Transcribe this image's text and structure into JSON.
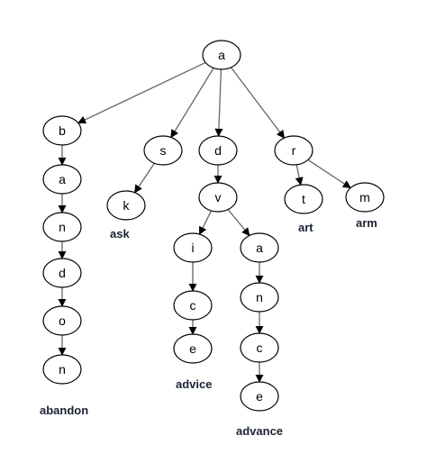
{
  "diagram": {
    "type": "trie",
    "colors": {
      "node_stroke": "#000000",
      "edge": "#666666",
      "label": "#1a2332"
    },
    "nodes": [
      {
        "id": "root",
        "char": "a"
      },
      {
        "id": "b",
        "char": "b"
      },
      {
        "id": "ba",
        "char": "a"
      },
      {
        "id": "ban",
        "char": "n"
      },
      {
        "id": "band",
        "char": "d"
      },
      {
        "id": "bando",
        "char": "o"
      },
      {
        "id": "bandon",
        "char": "n"
      },
      {
        "id": "s",
        "char": "s"
      },
      {
        "id": "sk",
        "char": "k"
      },
      {
        "id": "d",
        "char": "d"
      },
      {
        "id": "dv",
        "char": "v"
      },
      {
        "id": "dvi",
        "char": "i"
      },
      {
        "id": "dvic",
        "char": "c"
      },
      {
        "id": "dvice",
        "char": "e"
      },
      {
        "id": "dva",
        "char": "a"
      },
      {
        "id": "dvan",
        "char": "n"
      },
      {
        "id": "dvanc",
        "char": "c"
      },
      {
        "id": "dvance",
        "char": "e"
      },
      {
        "id": "r",
        "char": "r"
      },
      {
        "id": "rt",
        "char": "t"
      },
      {
        "id": "rm",
        "char": "m"
      }
    ],
    "edges": [
      [
        "root",
        "b"
      ],
      [
        "b",
        "ba"
      ],
      [
        "ba",
        "ban"
      ],
      [
        "ban",
        "band"
      ],
      [
        "band",
        "bando"
      ],
      [
        "bando",
        "bandon"
      ],
      [
        "root",
        "s"
      ],
      [
        "s",
        "sk"
      ],
      [
        "root",
        "d"
      ],
      [
        "d",
        "dv"
      ],
      [
        "dv",
        "dvi"
      ],
      [
        "dvi",
        "dvic"
      ],
      [
        "dvic",
        "dvice"
      ],
      [
        "dv",
        "dva"
      ],
      [
        "dva",
        "dvan"
      ],
      [
        "dvan",
        "dvanc"
      ],
      [
        "dvanc",
        "dvance"
      ],
      [
        "root",
        "r"
      ],
      [
        "r",
        "rt"
      ],
      [
        "r",
        "rm"
      ]
    ],
    "words": [
      {
        "id": "abandon",
        "text": "abandon",
        "end_node": "bandon"
      },
      {
        "id": "ask",
        "text": "ask",
        "end_node": "sk"
      },
      {
        "id": "advice",
        "text": "advice",
        "end_node": "dvice"
      },
      {
        "id": "advance",
        "text": "advance",
        "end_node": "dvance"
      },
      {
        "id": "art",
        "text": "art",
        "end_node": "rt"
      },
      {
        "id": "arm",
        "text": "arm",
        "end_node": "rm"
      }
    ]
  }
}
